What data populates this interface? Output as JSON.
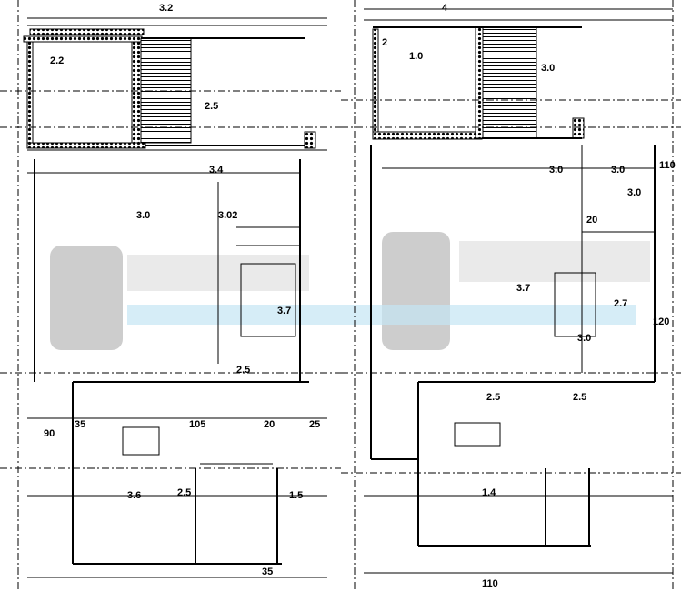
{
  "drawing": {
    "title": "Floor plans",
    "left_plan": {
      "labels": [
        "3.2",
        "3.4",
        "2.5",
        "2.2",
        "3.02",
        "3.0",
        "3.7",
        "90",
        "35",
        "105",
        "2.5",
        "2.5",
        "3.6",
        "1.5",
        "20",
        "25",
        "35"
      ]
    },
    "right_plan": {
      "labels": [
        "4",
        "2",
        "3.0",
        "1.0",
        "3.0",
        "3.0",
        "20",
        "3.7",
        "3.0",
        "110",
        "120",
        "2.5",
        "1.4",
        "110",
        "2.5",
        "2.7",
        "3.0"
      ]
    },
    "watermark_colors": {
      "gray": "#c8c8c8",
      "blue": "#bfe3f2"
    }
  }
}
